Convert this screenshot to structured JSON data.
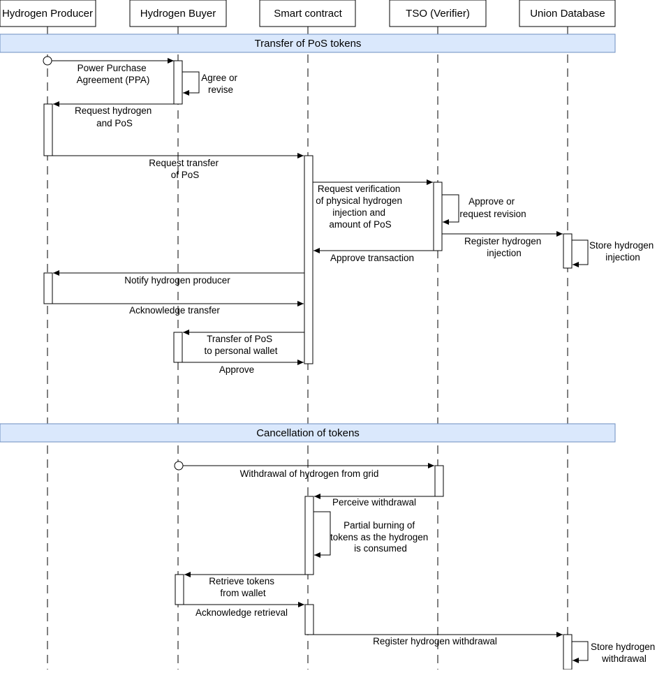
{
  "actors": [
    {
      "key": "producer",
      "label": "Hydrogen Producer"
    },
    {
      "key": "buyer",
      "label": "Hydrogen Buyer"
    },
    {
      "key": "contract",
      "label": "Smart contract"
    },
    {
      "key": "tso",
      "label": "TSO (Verifier)"
    },
    {
      "key": "union",
      "label": "Union Database"
    }
  ],
  "sections": [
    {
      "key": "transfer",
      "label": "Transfer of PoS tokens"
    },
    {
      "key": "cancellation",
      "label": "Cancellation of tokens"
    }
  ],
  "messages": [
    {
      "key": "ppa",
      "lines": [
        "Power Purchase",
        "Agreement (PPA)"
      ]
    },
    {
      "key": "agree",
      "lines": [
        "Agree or",
        "revise"
      ]
    },
    {
      "key": "request-hydrogen",
      "lines": [
        "Request hydrogen",
        "and PoS"
      ]
    },
    {
      "key": "request-transfer",
      "lines": [
        "Request transfer",
        "of PoS"
      ]
    },
    {
      "key": "request-verification",
      "lines": [
        "Request verification",
        "of physical hydrogen",
        "injection and",
        "amount of PoS"
      ]
    },
    {
      "key": "approve-revision",
      "lines": [
        "Approve or",
        "request revision"
      ]
    },
    {
      "key": "register-injection",
      "lines": [
        "Register hydrogen",
        "injection"
      ]
    },
    {
      "key": "store-injection",
      "lines": [
        "Store hydrogen",
        "injection"
      ]
    },
    {
      "key": "approve-transaction",
      "lines": [
        "Approve transaction"
      ]
    },
    {
      "key": "notify-producer",
      "lines": [
        "Notify hydrogen producer"
      ]
    },
    {
      "key": "acknowledge-transfer",
      "lines": [
        "Acknowledge transfer"
      ]
    },
    {
      "key": "transfer-wallet",
      "lines": [
        "Transfer of PoS",
        "to personal wallet"
      ]
    },
    {
      "key": "approve",
      "lines": [
        "Approve"
      ]
    },
    {
      "key": "withdrawal-grid",
      "lines": [
        "Withdrawal of hydrogen from grid"
      ]
    },
    {
      "key": "perceive-withdrawal",
      "lines": [
        "Perceive withdrawal"
      ]
    },
    {
      "key": "partial-burning",
      "lines": [
        "Partial burning of",
        "tokens as the hydrogen",
        "is consumed"
      ]
    },
    {
      "key": "retrieve-tokens",
      "lines": [
        "Retrieve tokens",
        "from wallet"
      ]
    },
    {
      "key": "acknowledge-retrieval",
      "lines": [
        "Acknowledge retrieval"
      ]
    },
    {
      "key": "register-withdrawal",
      "lines": [
        "Register hydrogen withdrawal"
      ]
    },
    {
      "key": "store-withdrawal",
      "lines": [
        "Store hydrogen",
        "withdrawal"
      ]
    }
  ],
  "colors": {
    "line": "#000000",
    "section_fill": "#dae8fc",
    "section_stroke": "#6c8ebf",
    "box_fill": "#ffffff"
  }
}
